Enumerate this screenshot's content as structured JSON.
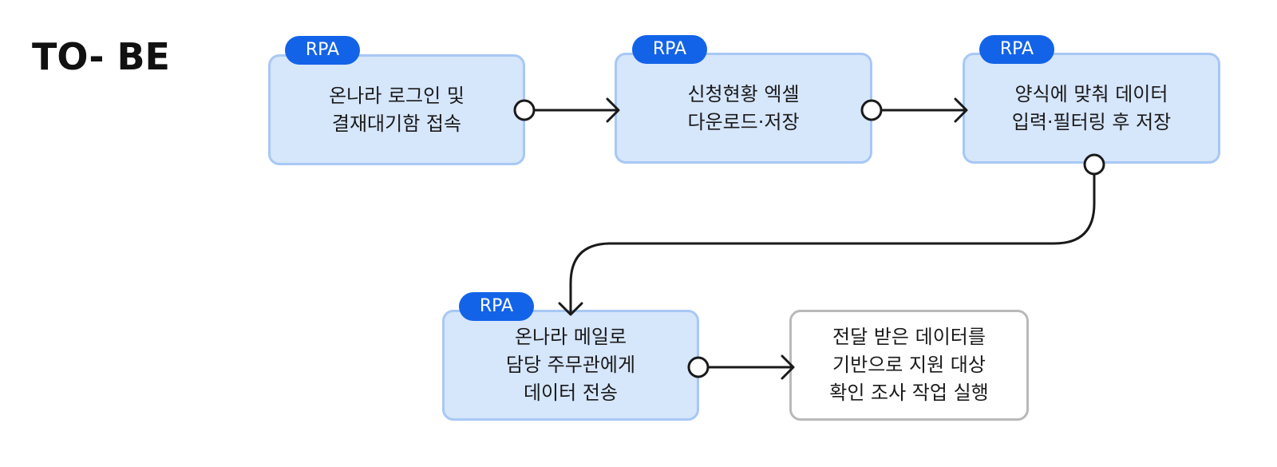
{
  "header": {
    "title": "TO- BE"
  },
  "badge_label": "RPA",
  "steps": [
    {
      "text": "온나라 로그인 및\n결재대기함 접속",
      "automated": true
    },
    {
      "text": "신청현황 엑셀\n다운로드·저장",
      "automated": true
    },
    {
      "text": "양식에 맞춰 데이터\n입력·필터링 후 저장",
      "automated": true
    },
    {
      "text": "온나라 메일로\n담당 주무관에게\n데이터 전송",
      "automated": true
    },
    {
      "text": "전달 받은 데이터를\n기반으로 지원 대상\n확인 조사 작업 실행",
      "automated": false
    }
  ],
  "colors": {
    "automated_fill": "#d6e6fb",
    "automated_border": "#a7c8f5",
    "manual_border": "#b9b9b9",
    "badge": "#1363e8",
    "connector": "#1a1a1a"
  }
}
